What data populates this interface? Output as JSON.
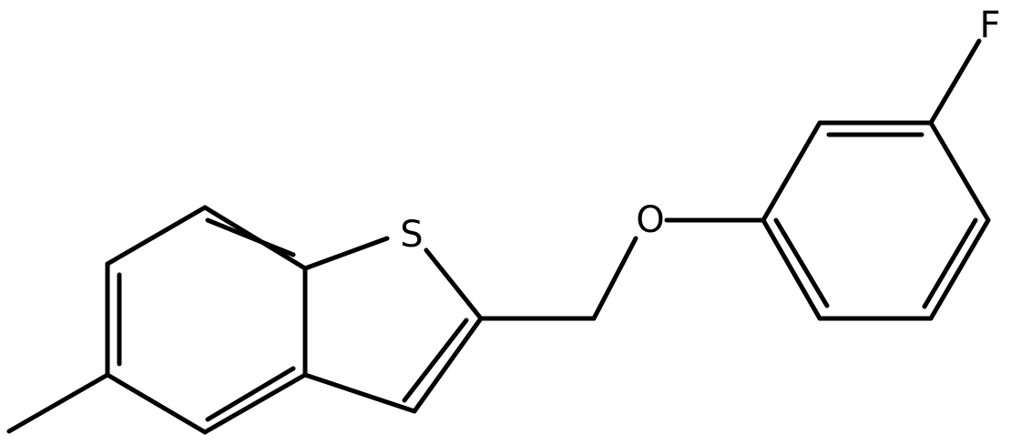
{
  "diagram": {
    "type": "chemical-structure",
    "atoms": {
      "sulfur": "S",
      "oxygen": "O",
      "fluorine": "F"
    },
    "colors": {
      "bond": "#000000",
      "label": "#000000",
      "background": "#ffffff"
    }
  }
}
